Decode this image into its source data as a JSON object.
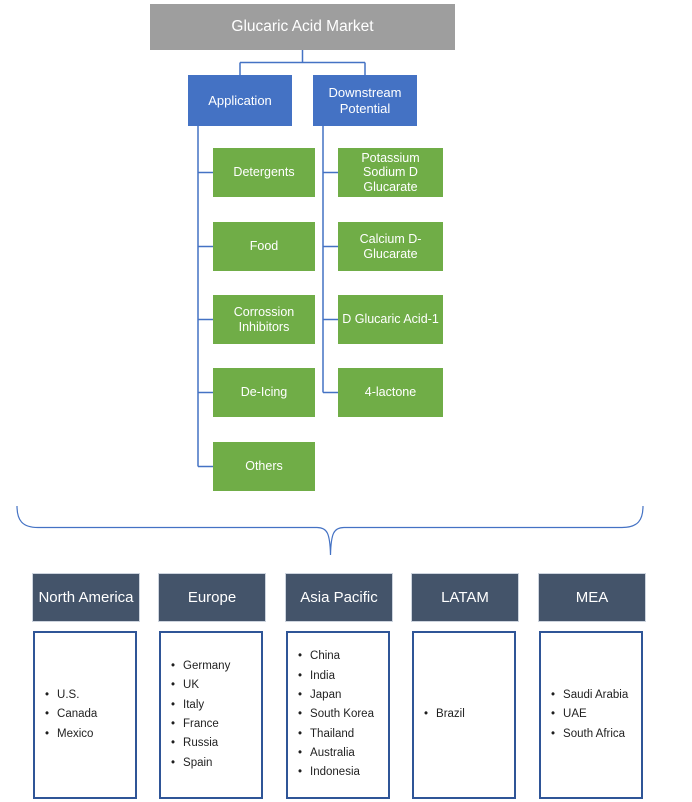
{
  "diagram": {
    "root_label": "Glucaric Acid Market",
    "branches": [
      {
        "label": "Application",
        "children": [
          "Detergents",
          "Food",
          "Corrossion Inhibitors",
          "De-Icing",
          "Others"
        ]
      },
      {
        "label": "Downstream Potential",
        "children": [
          "Potassium Sodium D Glucarate",
          "Calcium D-Glucarate",
          "D Glucaric Acid-1",
          "4-lactone"
        ]
      }
    ]
  },
  "regions": [
    {
      "label": "North America",
      "countries": [
        "U.S.",
        "Canada",
        "Mexico"
      ]
    },
    {
      "label": "Europe",
      "countries": [
        "Germany",
        "UK",
        "Italy",
        "France",
        "Russia",
        "Spain"
      ]
    },
    {
      "label": "Asia Pacific",
      "countries": [
        "China",
        "India",
        "Japan",
        "South Korea",
        "Thailand",
        "Australia",
        "Indonesia"
      ]
    },
    {
      "label": "LATAM",
      "countries": [
        "Brazil"
      ]
    },
    {
      "label": "MEA",
      "countries": [
        "Saudi Arabia",
        "UAE",
        "South Africa"
      ]
    }
  ],
  "colors": {
    "root_box": "#9E9E9E",
    "branch_box": "#4472C4",
    "leaf_box": "#70AD47",
    "region_header": "#44546A",
    "list_border": "#2F5597",
    "connector": "#4472C4",
    "text_on_fill": "#FFFFFF",
    "list_text": "#1F1F1F"
  }
}
